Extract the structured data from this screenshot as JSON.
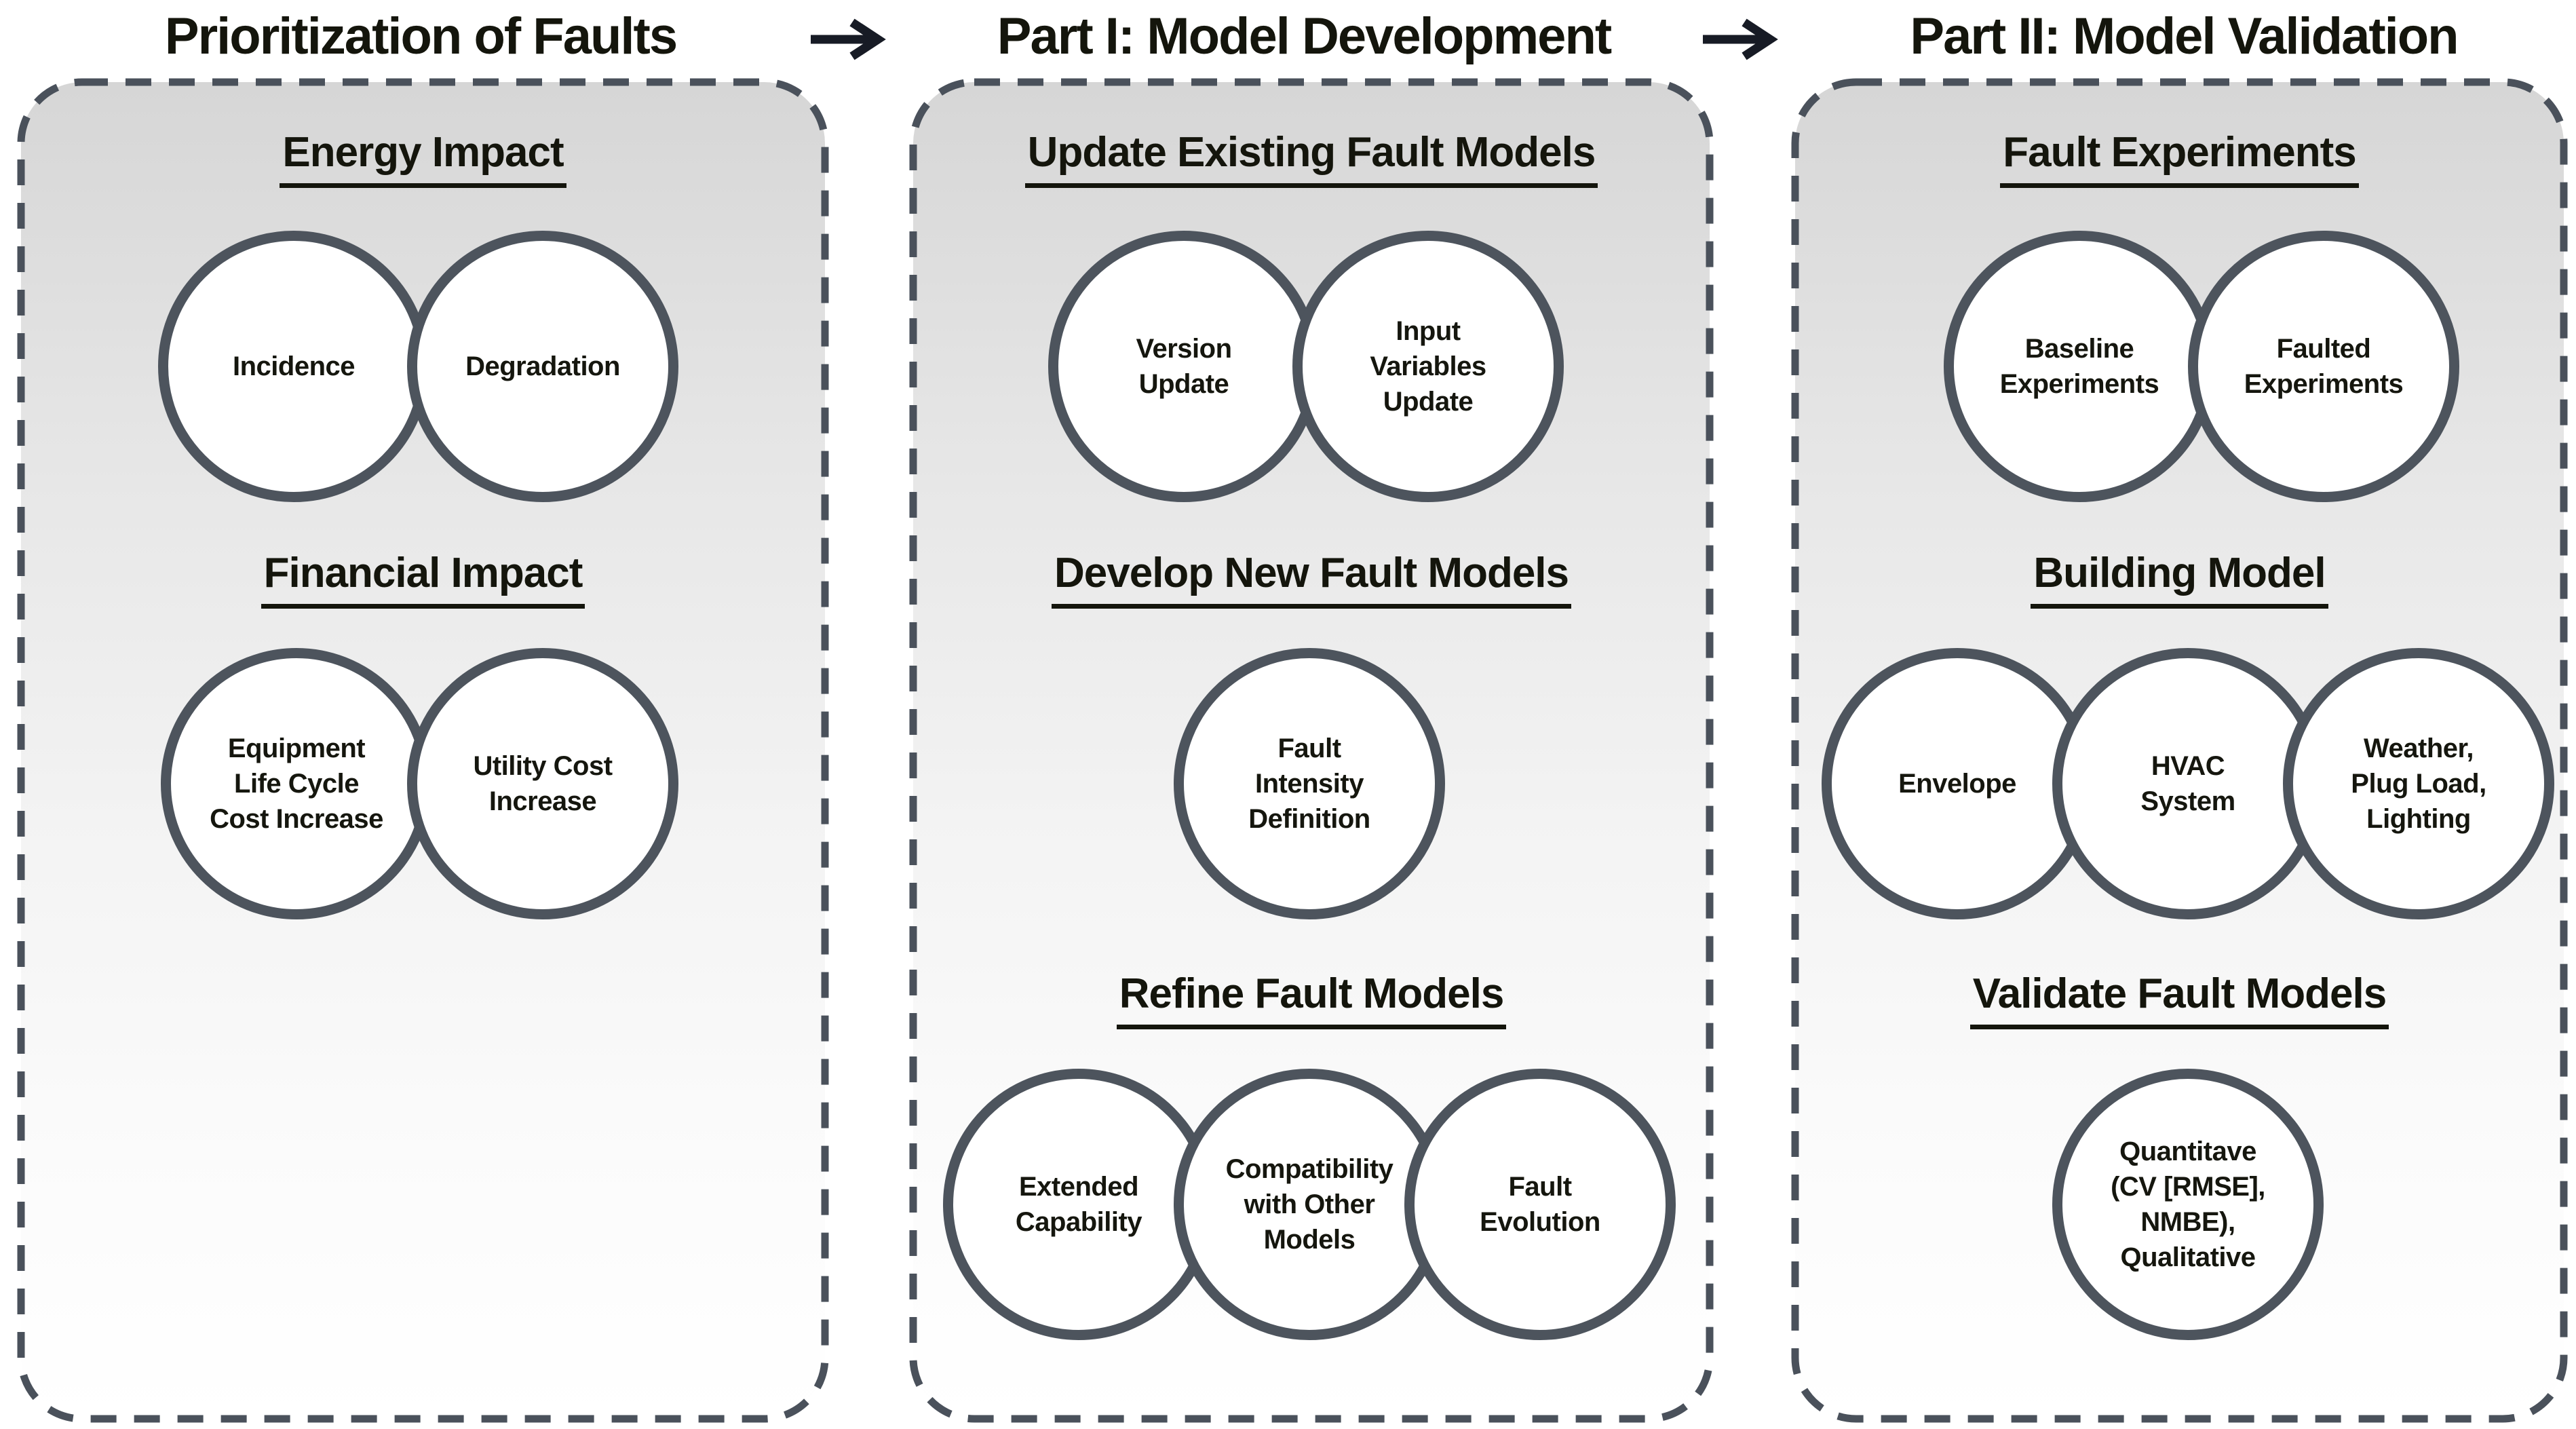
{
  "figure": {
    "titles": [
      {
        "text": "Prioritization of Faults"
      },
      {
        "text": "Part I: Model Development"
      },
      {
        "text": "Part II: Model Validation"
      }
    ],
    "arrow_glyph": "right-arrow",
    "panels": [
      {
        "id": "prioritization-of-faults",
        "sections": [
          {
            "heading": "Energy Impact",
            "circles": [
              "Incidence",
              "Degradation"
            ]
          },
          {
            "heading": "Financial Impact",
            "circles": [
              "Equipment\nLife Cycle\nCost Increase",
              "Utility Cost\nIncrease"
            ]
          }
        ]
      },
      {
        "id": "model-development",
        "sections": [
          {
            "heading": "Update Existing Fault Models",
            "circles": [
              "Version\nUpdate",
              "Input\nVariables\nUpdate"
            ]
          },
          {
            "heading": "Develop New Fault Models",
            "circles": [
              "Fault\nIntensity\nDefinition"
            ]
          },
          {
            "heading": "Refine Fault Models",
            "circles": [
              "Extended\nCapability",
              "Compatibility\nwith Other\nModels",
              "Fault\nEvolution"
            ]
          }
        ]
      },
      {
        "id": "model-validation",
        "sections": [
          {
            "heading": "Fault Experiments",
            "circles": [
              "Baseline\nExperiments",
              "Faulted\nExperiments"
            ]
          },
          {
            "heading": "Building Model",
            "circles": [
              "Envelope",
              "HVAC\nSystem",
              "Weather,\nPlug Load,\nLighting"
            ]
          },
          {
            "heading": "Validate Fault Models",
            "circles": [
              "Quantitave\n(CV [RMSE],\nNMBE),\nQualitative"
            ]
          }
        ]
      }
    ],
    "colors": {
      "text": "#14150c",
      "circle_outline": "#4d545d",
      "panel_dash": "#4a515b",
      "panel_gradient_top": "#d7d7d7",
      "panel_gradient_bottom": "#ffffff",
      "arrow": "#171b25"
    }
  }
}
